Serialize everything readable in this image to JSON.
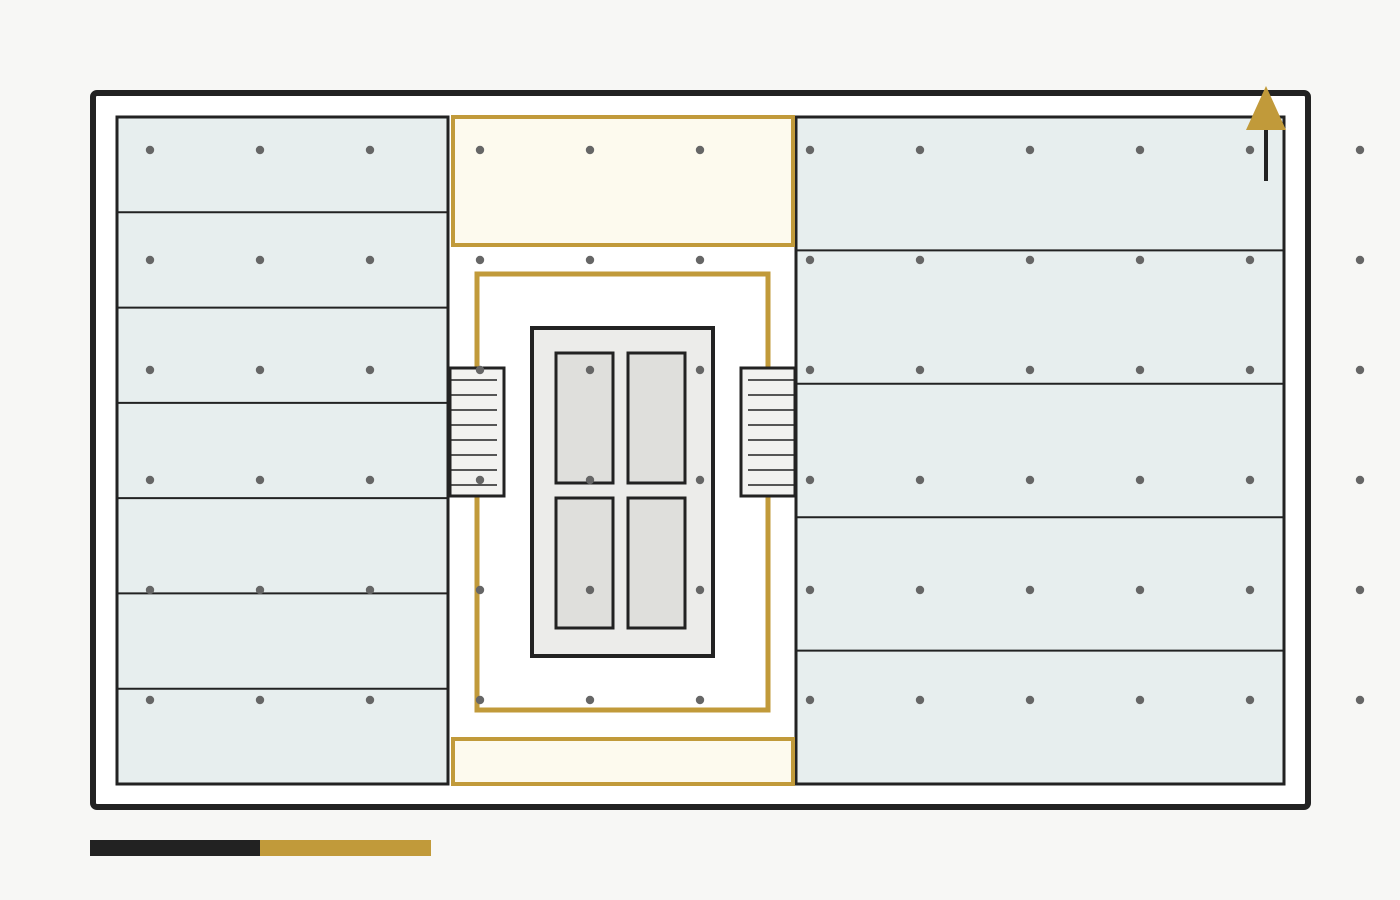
{
  "colors": {
    "background": "#f7f7f5",
    "wall": "#222222",
    "office_fill": "#e7eeee",
    "highlight_stroke": "#c19a3a",
    "highlight_fill": "#fdfaee",
    "core_fill": "#ececea",
    "core_panel_fill": "#dfdfdc",
    "column_dot": "#666666",
    "interior_fill": "#ffffff"
  },
  "column_grid": {
    "columns": 12,
    "rows": 6
  },
  "west_wing": {
    "office_count": 7
  },
  "east_wing": {
    "office_count": 5
  },
  "core": {
    "elevator_count": 4,
    "stair_count": 2
  },
  "scale_bar": {
    "segments": 2
  },
  "north_arrow": {
    "icon": "north-arrow-icon"
  }
}
